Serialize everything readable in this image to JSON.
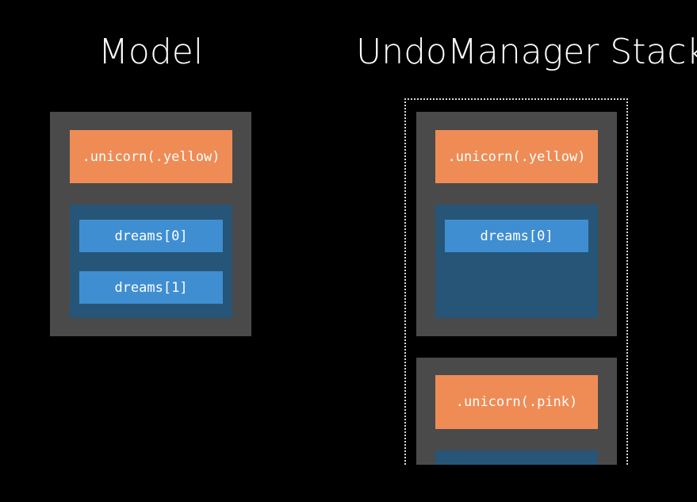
{
  "titles": {
    "model": "Model",
    "undo_stack": "UndoManager Stack"
  },
  "model": {
    "unicorn": ".unicorn(.yellow)",
    "dreams": [
      "dreams[0]",
      "dreams[1]"
    ]
  },
  "undo_stack": {
    "entries": [
      {
        "unicorn": ".unicorn(.yellow)",
        "dreams": [
          "dreams[0]"
        ]
      },
      {
        "unicorn": ".unicorn(.pink)",
        "dreams": []
      }
    ]
  },
  "colors": {
    "background": "#000000",
    "state_box": "#4a4a4a",
    "unicorn": "#ef8c56",
    "dreams_area": "#275577",
    "dream_item": "#3f8ed1",
    "text": "#ffffff",
    "stack_border": "#d9d9d9"
  }
}
